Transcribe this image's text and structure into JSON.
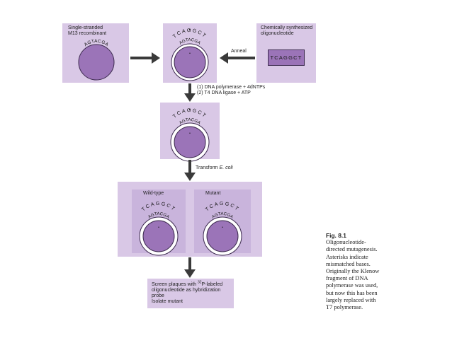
{
  "boxes": {
    "m13": {
      "label": "Single-stranded\nM13 recombinant",
      "circle_text": "AGTACGA"
    },
    "oligo": {
      "label": "Chemically synthesized\noligonucleotide",
      "sequence": "TCAGGCT"
    },
    "annealed": {
      "circle_text": "AGTACGA",
      "outer_text": "TCAGGCT"
    },
    "extended": {
      "circle_text": "AGTACGA",
      "outer_text": "TCAGGCT"
    },
    "wildtype": {
      "label": "Wild-type",
      "circle_text": "AGTACGA",
      "outer_text": "TCAGGCT"
    },
    "mutant": {
      "label": "Mutant",
      "circle_text": "AGTACGA",
      "outer_text": "TCAGGCT"
    }
  },
  "steps": {
    "anneal": "Anneal",
    "polymerase_1": "(1) DNA polymerase + 4dNTPs",
    "polymerase_2": "(2) T4 DNA ligase + ATP",
    "transform": "Transform",
    "transform_org": "E. coli",
    "screen_1_pre": "Screen plaques with ",
    "screen_1_sup": "32",
    "screen_1_post": "P-labeled",
    "screen_2": "oligonucleotide as hybridization",
    "screen_3": "probe",
    "screen_4": "Isolate mutant"
  },
  "caption": {
    "title": "Fig. 8.1",
    "lines": [
      "Oligonucleotide-",
      "directed mutagenesis.",
      "Asterisks indicate",
      "mismatched bases.",
      "Originally the Klenow",
      "fragment of DNA",
      "polymerase was used,",
      "but now this has been",
      "largely replaced with",
      "T7 polymerase."
    ]
  },
  "colors": {
    "panel": "#d9c8e6",
    "panel_inner": "#c9b4dc",
    "circle_fill": "#9b74b8",
    "circle_edge": "#3c2a4e",
    "arrow": "#3a3a3a"
  }
}
